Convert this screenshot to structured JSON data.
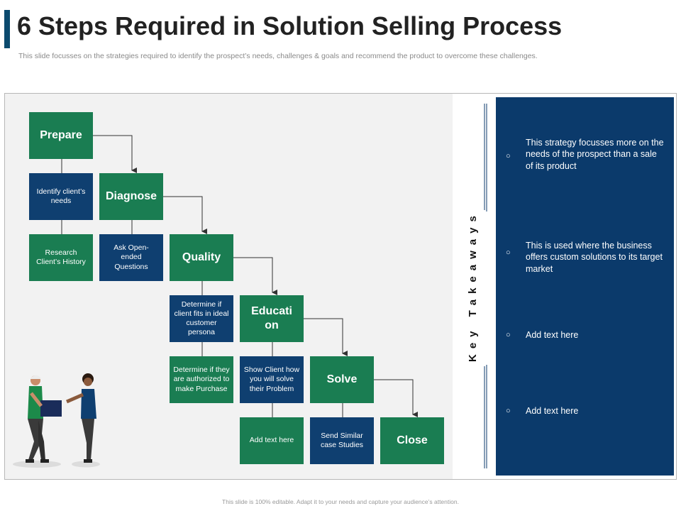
{
  "header": {
    "title": "6 Steps Required in Solution Selling Process",
    "subtitle": "This slide focusses on the strategies required to identify the prospect’s needs, challenges & goals and recommend the product to overcome these challenges."
  },
  "steps": [
    {
      "label": "Prepare"
    },
    {
      "label": "Diagnose"
    },
    {
      "label": "Quality"
    },
    {
      "label": "Education"
    },
    {
      "label": "Solve"
    },
    {
      "label": "Close"
    }
  ],
  "details": {
    "prepare_1": "Identify client’s needs",
    "prepare_2": "Research Client’s History",
    "diagnose_1": "Ask Open-ended Questions",
    "quality_1": "Determine if client fits in ideal customer persona",
    "quality_2": "Determine if they are authorized to make Purchase",
    "education_1": "Show Client how you will solve their Problem",
    "education_2": "Add text here",
    "solve_1": "Send Similar case Studies"
  },
  "takeaways": {
    "heading": "Key Takeaways",
    "bullet": "○",
    "items": [
      "This strategy focusses more on the needs of the prospect than a sale of its product",
      "This is used where the business offers custom solutions to its target market",
      "Add text here",
      "Add text here"
    ]
  },
  "footer": "This slide is 100% editable. Adapt it to your needs and capture your audience’s attention.",
  "colors": {
    "green": "#1a7d52",
    "blue": "#0f3f70",
    "panel_navy": "#0b3a6b",
    "accent": "#0b4a6e"
  }
}
